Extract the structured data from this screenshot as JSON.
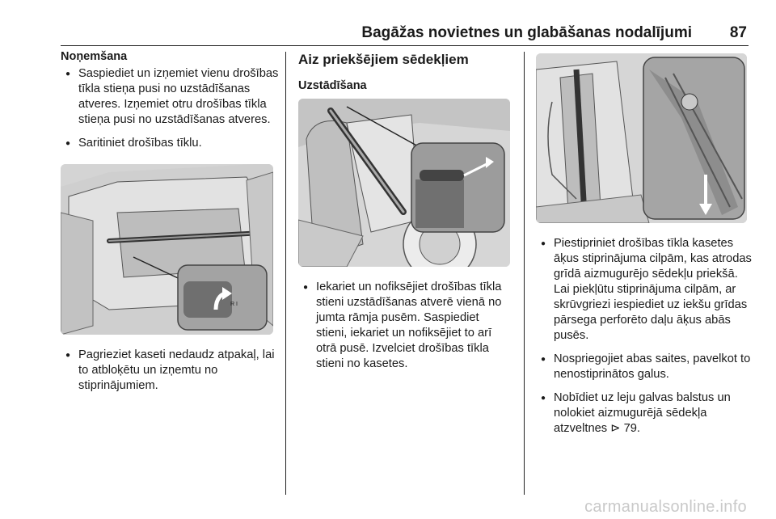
{
  "header": {
    "title": "Bagāžas novietnes un glabāšanas nodalījumi",
    "page_number": "87"
  },
  "left_column": {
    "section_title": "Noņemšana",
    "bullets_top": [
      "Saspiediet un izņemiet vienu drošības tīkla stieņa pusi no uzstādīšanas atveres. Izņemiet otru drošības tīkla stieņa pusi no uzstādīšanas atveres.",
      "Saritiniet drošības tīklu."
    ],
    "bullets_bottom": [
      "Pagrieziet kaseti nedaudz atpakaļ, lai to atbloķētu un izņemtu no stiprinājumiem."
    ]
  },
  "middle_column": {
    "heading": "Aiz priekšējiem sēdekļiem",
    "subheading": "Uzstādīšana",
    "bullets": [
      "Iekariet un nofiksējiet drošības tīkla stieni uzstādīšanas atverē vienā no jumta rāmja pusēm. Saspiediet stieni, iekariet un nofiksējiet to arī otrā pusē. Izvelciet drošības tīkla stieni no kasetes."
    ]
  },
  "right_column": {
    "bullets": [
      "Piestipriniet drošības tīkla kasetes āķus stiprinājuma cilpām, kas atrodas grīdā aizmugurējo sēdekļu priekšā. Lai piekļūtu stiprinājuma cilpām, ar skrūvgriezi iespiediet uz iekšu grīdas pārsega perforēto daļu āķus abās pusēs.",
      "Nospriegojiet abas saites, pavelkot to nenostiprinātos galus.",
      "Nobīdiet uz leju galvas balstus un nolokiet aizmugurējā sēdekļa atzveltnes ⊳ 79."
    ]
  },
  "watermark": "carmanualsonline.info",
  "figures": {
    "left_figure_label": "R I",
    "colors": {
      "figure_bg": "#d6d6d6",
      "figure_line": "#555555",
      "figure_dark": "#333333",
      "inset_bg": "#9a9a9a"
    }
  }
}
